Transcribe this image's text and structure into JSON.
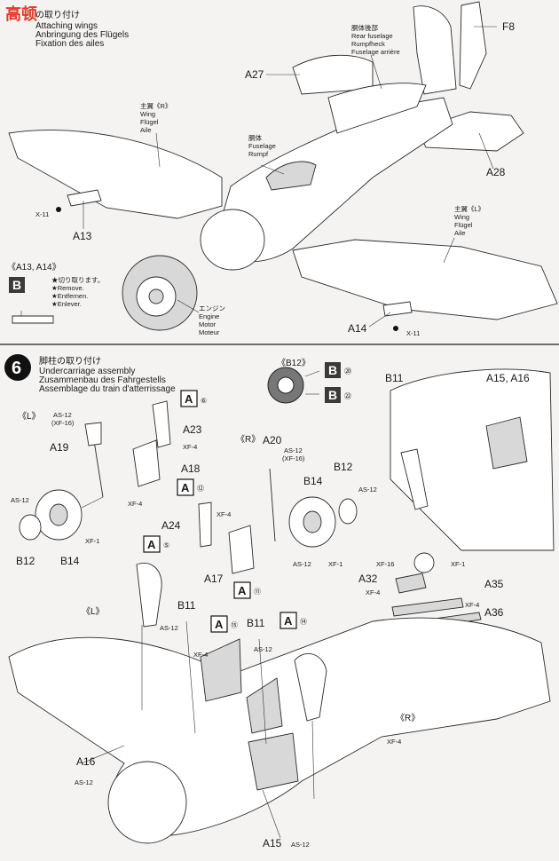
{
  "watermark": {
    "text": "高顿",
    "url": "www.mxsheji.com"
  },
  "step5": {
    "title_jp": "の取り付け",
    "title_en": "Attaching wings",
    "title_de": "Anbringung des Flügels",
    "title_fr": "Fixation des ailes",
    "labels": {
      "f8": "F8",
      "a27": "A27",
      "a28": "A28",
      "a13": "A13",
      "a14": "A14",
      "x11_left": "X-11",
      "x11_right": "X-11",
      "rear_fuselage": [
        "胴体後部",
        "Rear fuselage",
        "Rumpfheck",
        "Fuselage arrière"
      ],
      "fuselage": [
        "胴体",
        "Fuselage",
        "Rumpf"
      ],
      "wing_r": [
        "主翼《R》",
        "Wing",
        "Flügel",
        "Aile"
      ],
      "wing_l": [
        "主翼《L》",
        "Wing",
        "Flügel",
        "Aile"
      ],
      "engine": [
        "エンジン",
        "Engine",
        "Motor",
        "Moteur"
      ]
    },
    "note": {
      "title": "《A13, A14》",
      "box": "B",
      "lines": [
        "★切り取ります。",
        "★Remove.",
        "★Entfernen.",
        "★Enlever."
      ]
    }
  },
  "step6": {
    "number": "6",
    "title_jp": "脚柱の取り付け",
    "title_en": "Undercarriage assembly",
    "title_de": "Zusammenbau des Fahrgestells",
    "title_fr": "Assemblage du train d'atterrissage",
    "b12_inset": {
      "title": "《B12》",
      "refs": [
        {
          "letter": "B",
          "num": "⑳"
        },
        {
          "letter": "B",
          "num": "㉒"
        }
      ]
    },
    "labels": {
      "L_top": "《L》",
      "R_top": "《R》",
      "L_bottom": "《L》",
      "R_bottom": "《R》",
      "as12_xf16_a": "AS-12\n(XF-16)",
      "a23": "A23",
      "xf4_a": "XF-4",
      "a19": "A19",
      "a18": "A18",
      "xf4_b": "XF-4",
      "as12_b": "AS-12",
      "xf1_a": "XF-1",
      "b12_a": "B12",
      "b14_a": "B14",
      "a20": "A20",
      "as12_xf16_b": "AS-12\n(XF-16)",
      "b12_b": "B12",
      "b14_b": "B14",
      "as12_c": "AS-12",
      "a24": "A24",
      "xf4_c": "XF-4",
      "as12_d": "AS-12",
      "xf1_b": "XF-1",
      "a17": "A17",
      "b11_a": "B11",
      "a15_a16": "A15, A16",
      "xf16": "XF-16",
      "xf1_c": "XF-1",
      "a32": "A32",
      "xf4_d": "XF-4",
      "a35": "A35",
      "xf4_e": "XF-4",
      "a36": "A36",
      "b11_b": "B11",
      "b11_c": "B11",
      "as12_e": "AS-12",
      "xf4_f": "XF-4",
      "as12_f": "AS-12",
      "xf4_g": "XF-4",
      "a16": "A16",
      "as12_g": "AS-12",
      "a15": "A15",
      "as12_h": "AS-12"
    },
    "boxrefs": {
      "a6": {
        "letter": "A",
        "num": "⑥"
      },
      "a12": {
        "letter": "A",
        "num": "⑫"
      },
      "a5": {
        "letter": "A",
        "num": "⑤"
      },
      "a11": {
        "letter": "A",
        "num": "⑪"
      },
      "a15": {
        "letter": "A",
        "num": "⑮"
      },
      "a14": {
        "letter": "A",
        "num": "⑭"
      }
    }
  }
}
